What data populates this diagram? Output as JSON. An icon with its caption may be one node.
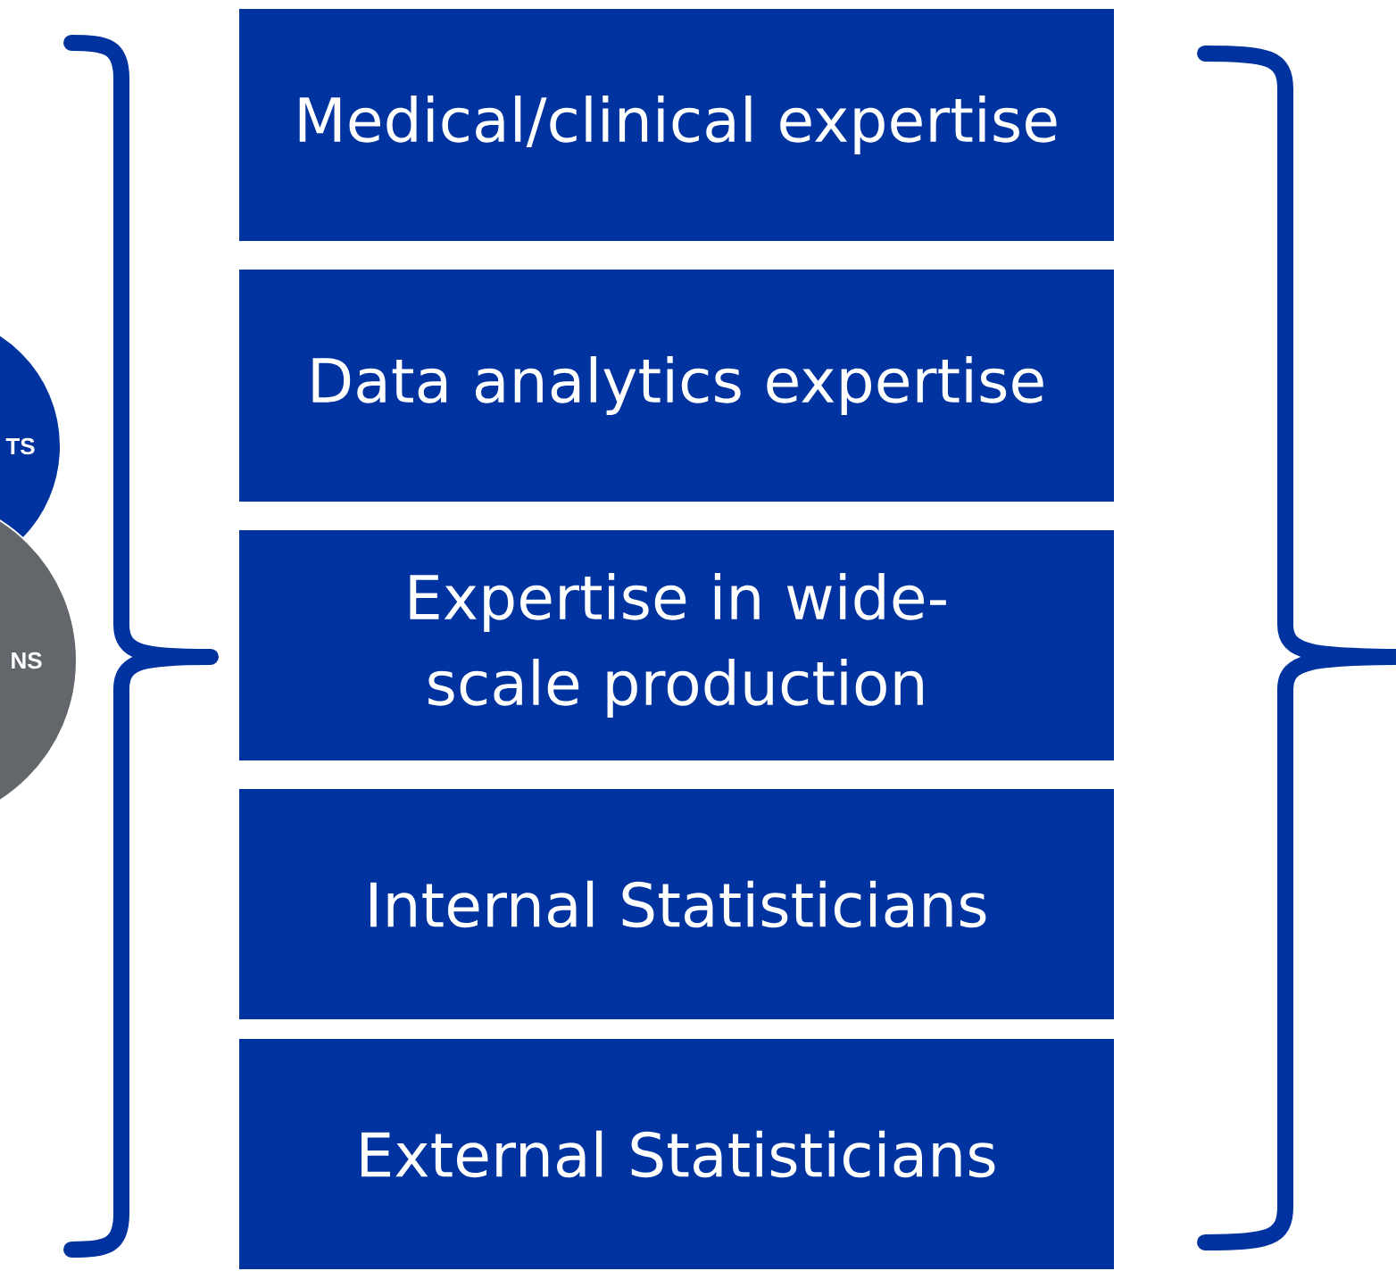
{
  "diagram": {
    "nodes": [
      {
        "text": [
          "TS"
        ]
      },
      {
        "text": [
          "NS"
        ]
      },
      {
        "text": [
          "Medical/clinical expertise"
        ]
      },
      {
        "text": [
          "Data analytics expertise"
        ]
      },
      {
        "text": [
          "Expertise in wide-scale production"
        ]
      },
      {
        "text": [
          "Internal Statisticians"
        ]
      },
      {
        "text": [
          "External Statisticians"
        ]
      }
    ]
  }
}
